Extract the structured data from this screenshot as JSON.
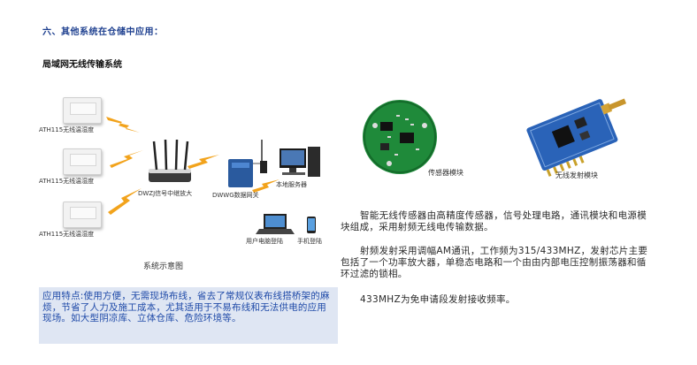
{
  "heading": "六、其他系统在仓储中应用：",
  "subheading": "局域网无线传输系统",
  "diagram": {
    "sensor_labels": [
      "ATH115无线温湿度",
      "ATH115无线温湿度",
      "ATH115无线温湿度"
    ],
    "relay_label": "DWZJ信号中继放大",
    "gateway_label": "DWWG数据网关",
    "server_label": "本地服务器",
    "laptop_label": "用户电脑登陆",
    "phone_label": "手机登陆",
    "caption": "系统示意图"
  },
  "features_text": "应用特点:使用方便，无需现场布线，省去了常规仪表布线搭桥架的麻烦，节省了人力及施工成本，尤其适用于不易布线和无法供电的应用现场。如大型阴凉库、立体仓库、危险环境等。",
  "modules": {
    "sensor_module_label": "传感器模块",
    "transmitter_module_label": "无线发射模块"
  },
  "paragraphs": {
    "p1": "智能无线传感器由高精度传感器，信号处理电路，通讯模块和电源模块组成，采用射频无线电传输数据。",
    "p2": "射频发射采用调幅AM通讯，工作频为315/433MHZ，发射芯片主要包括了一个功率放大器，单稳态电路和一个由由内部电压控制振荡器和循环过滤的锁相。",
    "p3": "433MHZ为免申请段发射接收频率。"
  },
  "colors": {
    "heading": "#1d3f8f",
    "lightning": "#f2a31c",
    "feature_bg": "#dfe6f3",
    "feature_text": "#1f4aa8",
    "pcb_green": "#1f8a3a",
    "pcb_blue": "#2a63b8"
  }
}
